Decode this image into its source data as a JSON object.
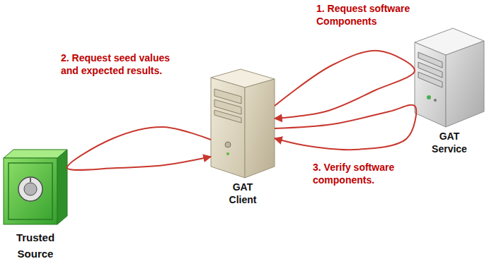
{
  "diagram": {
    "nodes": [
      {
        "text": [
          "GAT Client"
        ]
      },
      {
        "text": [
          "GAT Service"
        ]
      },
      {
        "text": [
          "Trusted Source"
        ]
      }
    ],
    "edges": [
      {
        "from": 1,
        "to": 0,
        "arrow": "to",
        "label": "1. Request software Components"
      },
      {
        "from": 2,
        "to": 0,
        "arrow": "to",
        "label": "2. Request seed values and expected results."
      },
      {
        "from": 1,
        "to": 0,
        "arrow": "to",
        "label": "3. Verify software components."
      }
    ]
  }
}
